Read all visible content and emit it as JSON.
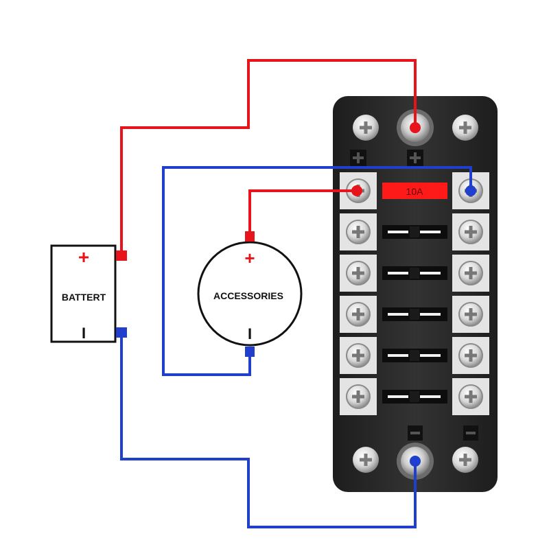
{
  "battery": {
    "label": "BATTERT",
    "positive_symbol": "+",
    "negative_symbol": "I"
  },
  "accessories": {
    "label": "ACCESSORIES",
    "positive_symbol": "+",
    "negative_symbol": "I"
  },
  "fuse_box": {
    "fuse_rating": "10A",
    "fuse_rows": 6,
    "fuse_color": "#ff1a1a"
  },
  "colors": {
    "positive_wire": "#e8141b",
    "negative_wire": "#1f3fcc",
    "fuse_box_body": "#2b2b2b",
    "terminal": "#e4e4e4"
  }
}
